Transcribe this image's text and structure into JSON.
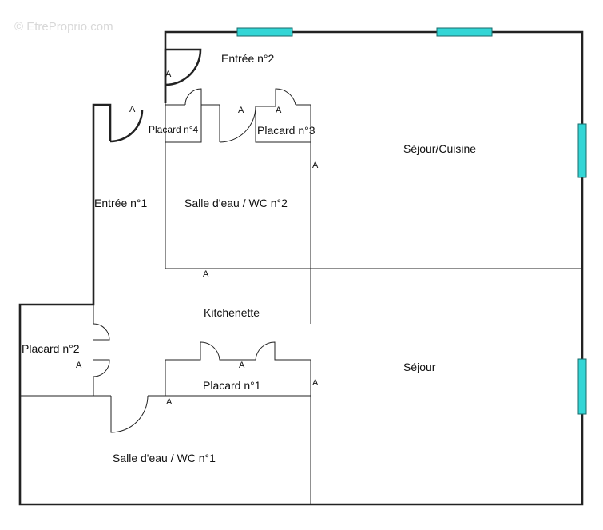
{
  "watermark": "© EtreProprio.com",
  "rooms": {
    "entree2": "Entrée n°2",
    "placard4": "Placard n°4",
    "placard3": "Placard n°3",
    "sejour_cuisine": "Séjour/Cuisine",
    "entree1": "Entrée n°1",
    "salle_eau_wc2": "Salle d'eau / WC n°2",
    "kitchenette": "Kitchenette",
    "placard2": "Placard n°2",
    "sejour": "Séjour",
    "placard1": "Placard n°1",
    "salle_eau_wc1": "Salle d'eau / WC n°1"
  },
  "door_marker": "A",
  "colors": {
    "wall": "#222222",
    "window": "#33d6d6",
    "window_edge": "#1a6a6a"
  }
}
